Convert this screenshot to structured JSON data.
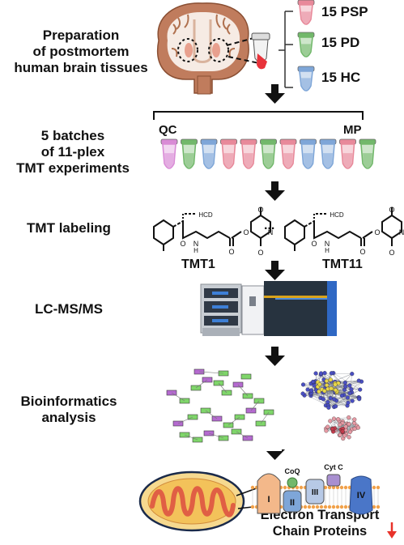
{
  "steps": {
    "prep": {
      "lines": [
        "Preparation",
        "of postmortem",
        "human brain tissues"
      ]
    },
    "batches": {
      "lines": [
        "5 batches",
        "of 11-plex",
        "TMT experiments"
      ]
    },
    "labeling": {
      "title": "TMT labeling"
    },
    "lcms": {
      "title": "LC-MS/MS"
    },
    "bioinfo": {
      "lines": [
        "Bioinformatics",
        "analysis"
      ]
    }
  },
  "groups": [
    {
      "label": "15 PSP",
      "color": "#e8899a"
    },
    {
      "label": "15 PD",
      "color": "#72b86b"
    },
    {
      "label": "15 HC",
      "color": "#7ea6d8"
    }
  ],
  "batch_tubes": {
    "left_label": "QC",
    "right_label": "MP",
    "colors": [
      "#d98bd6",
      "#72b86b",
      "#7ea6d8",
      "#e8899a",
      "#e8899a",
      "#72b86b",
      "#e8899a",
      "#7ea6d8",
      "#7ea6d8",
      "#e8899a",
      "#72b86b"
    ]
  },
  "tmt": {
    "left_name": "TMT1",
    "right_name": "TMT11",
    "ellipsis": "...",
    "hcd_label": "HCD",
    "n_label": "N",
    "h_label": "H",
    "o_label": "O"
  },
  "etc": {
    "complex_labels": [
      "I",
      "II",
      "III",
      "IV"
    ],
    "coq_label": "CoQ",
    "cytc_label": "Cyt C",
    "caption_lines": [
      "Electron Transport",
      "Chain Proteins"
    ],
    "trend": "down",
    "trend_color": "#e8322a"
  }
}
